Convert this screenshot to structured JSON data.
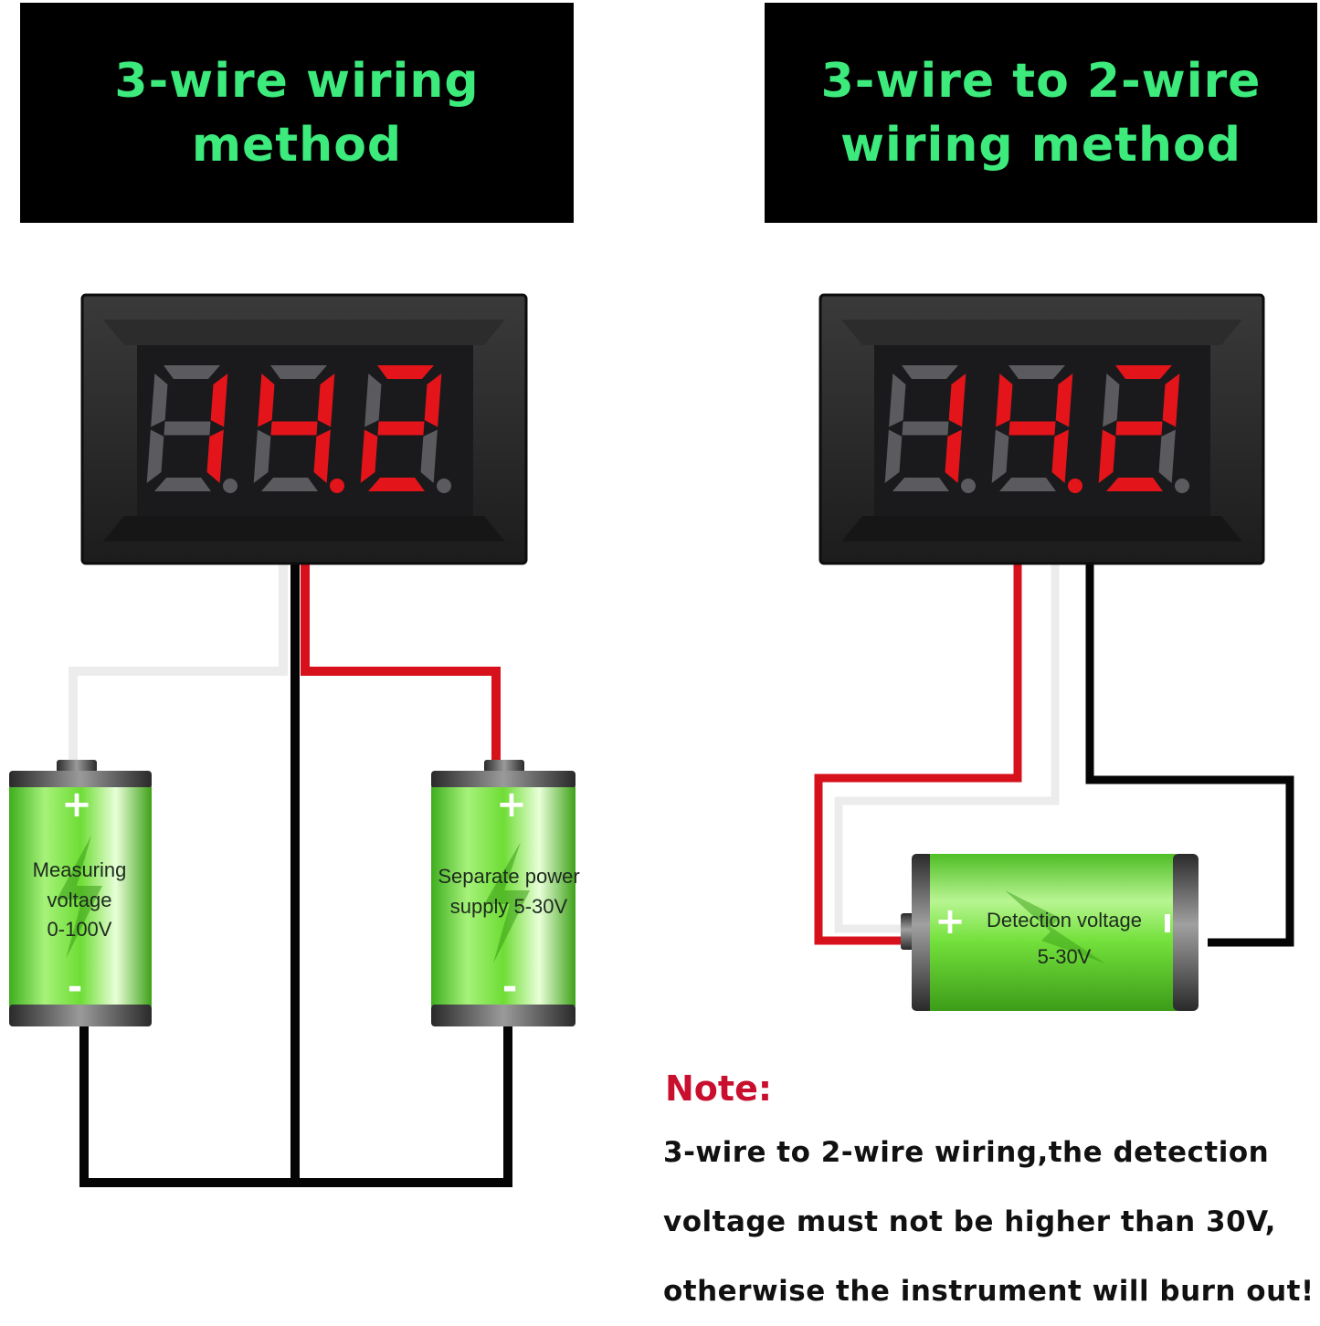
{
  "titles": {
    "left": "3-wire wiring\nmethod",
    "right": "3-wire to 2-wire\nwiring method"
  },
  "displays": {
    "left": {
      "reading": "14.2"
    },
    "right": {
      "reading": "14.2"
    }
  },
  "batteries": {
    "measuring": {
      "lines": [
        "Measuring",
        "voltage",
        "0-100V"
      ],
      "plus": "+",
      "minus": "-"
    },
    "separate": {
      "lines": [
        "Separate power",
        "supply 5-30V"
      ],
      "plus": "+",
      "minus": "-"
    },
    "detection": {
      "lines": [
        "Detection voltage",
        "5-30V"
      ],
      "plus": "+",
      "minus": "-"
    }
  },
  "note": {
    "title": "Note:",
    "lines": [
      "3-wire to 2-wire wiring,the detection",
      "voltage must not be higher than 30V,",
      "otherwise the instrument will burn out!"
    ]
  },
  "colors": {
    "title_text": "#3dea7c",
    "segment_on": "#e3141a",
    "segment_off": "#5a5a5f",
    "wire_red": "#d7111b",
    "wire_white": "#ececec",
    "wire_black": "#050505",
    "note_title": "#c8102e"
  }
}
